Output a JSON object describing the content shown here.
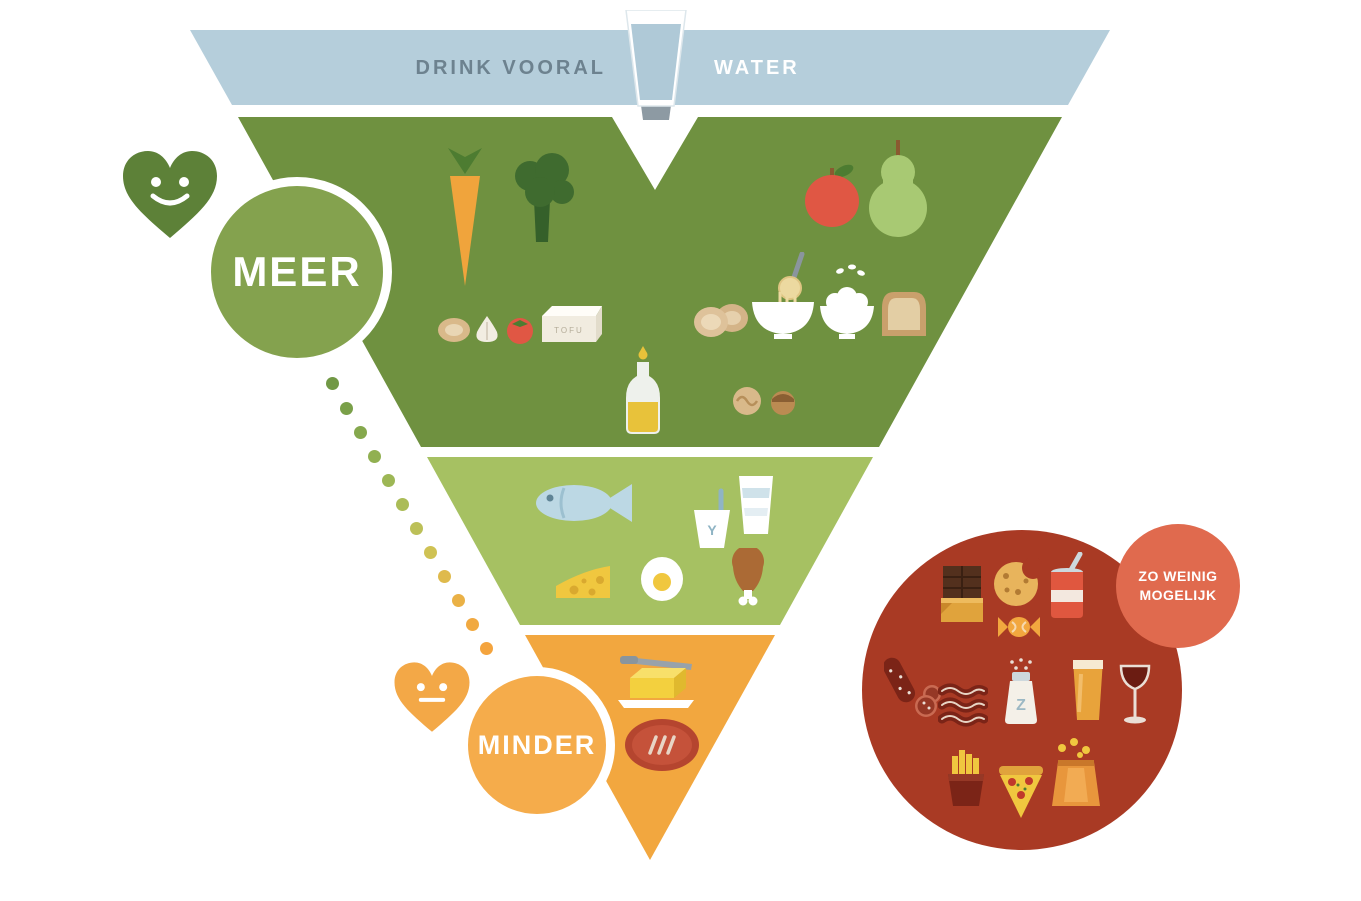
{
  "diagram": {
    "type": "food-triangle-infographic",
    "water_band": {
      "label_left": "DRINK VOORAL",
      "label_right": "WATER"
    },
    "more_label": "MEER",
    "less_label": "MINDER",
    "least_circle": {
      "line1": "ZO WEINIG",
      "line2": "MOGELIJK"
    },
    "tofu_label": "TOFU",
    "yogurt_label": "Y",
    "salt_label": "Z"
  },
  "colors": {
    "water_band": "#b5cedb",
    "dark_green_band": "#6f9140",
    "light_green_band": "#a6c162",
    "orange_band": "#f2a73f",
    "meer_circle": "#84a24e",
    "green_heart": "#5d8138",
    "minder_circle": "#f5ac4b",
    "orange_heart": "#f3a847",
    "red_circle": "#a93a24",
    "zo_weinig_circle": "#e06a4e",
    "drink_text": "#6d828f",
    "water_text": "#ffffff"
  },
  "icons": {
    "water_band": [
      "water-glass-icon"
    ],
    "dark_green_band": [
      "carrot-icon",
      "broccoli-icon",
      "apple-icon",
      "pear-icon",
      "bean-icon",
      "garlic-icon",
      "tomato-icon",
      "tofu-icon",
      "potato-slices-icon",
      "spaghetti-bowl-icon",
      "rice-bowl-icon",
      "bread-icon",
      "oil-bottle-icon",
      "walnut-icon",
      "hazelnut-icon"
    ],
    "light_green_band": [
      "fish-icon",
      "yogurt-icon",
      "milk-glass-icon",
      "cheese-icon",
      "egg-icon",
      "drumstick-icon"
    ],
    "orange_band": [
      "butter-knife-icon",
      "steak-icon"
    ],
    "avoid_circle": [
      "chocolate-icon",
      "cookie-icon",
      "soda-can-icon",
      "candy-icon",
      "salami-icon",
      "bacon-icon",
      "salt-shaker-icon",
      "beer-icon",
      "wine-glass-icon",
      "fries-icon",
      "pizza-icon",
      "chips-icon"
    ],
    "decorations": [
      "happy-heart-icon",
      "neutral-heart-icon",
      "dotted-connector"
    ]
  }
}
